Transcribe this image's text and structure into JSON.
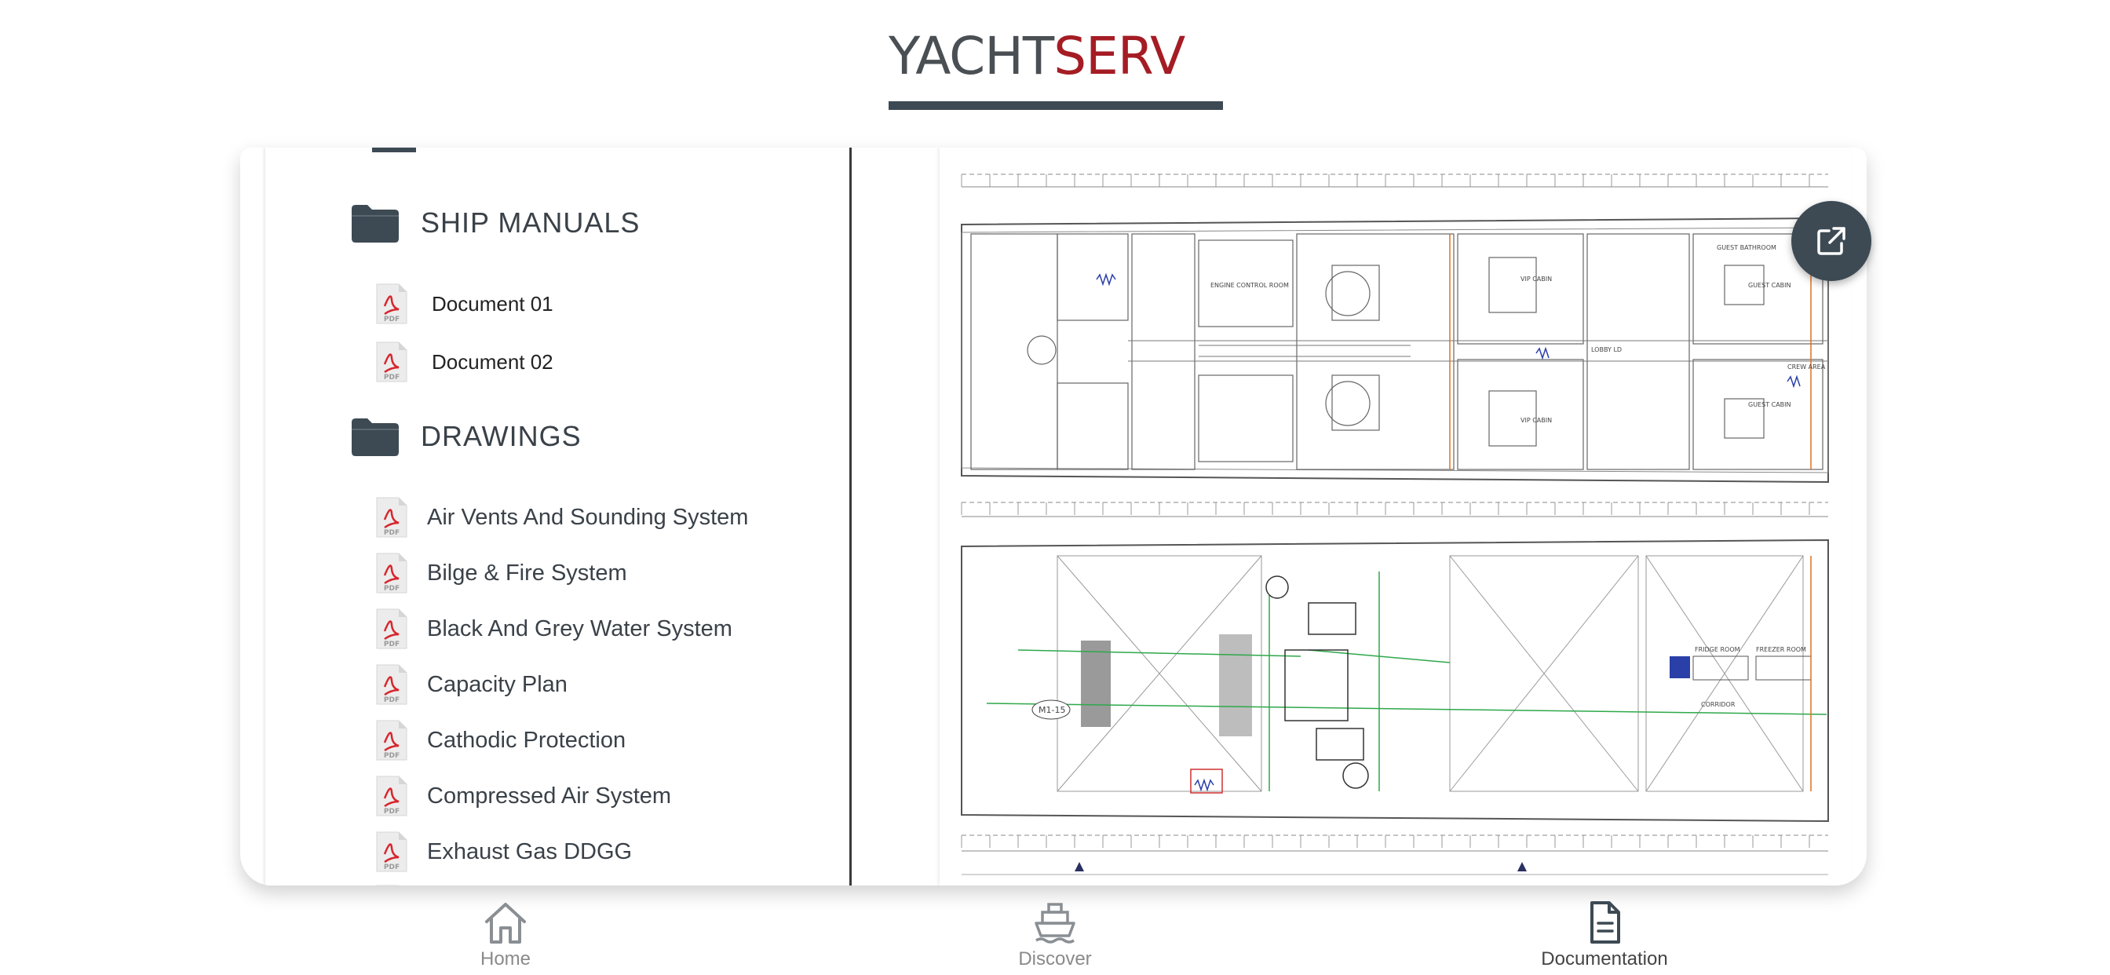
{
  "header": {
    "brand_part1": "YACHT",
    "brand_part2": "SERV",
    "brand_color_dark": "#4a4f54",
    "brand_color_accent": "#a51c24"
  },
  "documents": {
    "sections": [
      {
        "title": "SHIP MANUALS",
        "icon": "folder-icon",
        "items": [
          {
            "label": "Document 01",
            "icon": "pdf-icon"
          },
          {
            "label": "Document 02",
            "icon": "pdf-icon"
          }
        ]
      },
      {
        "title": "DRAWINGS",
        "icon": "folder-icon",
        "items": [
          {
            "label": "Air Vents And Sounding System",
            "icon": "pdf-icon"
          },
          {
            "label": "Bilge & Fire System",
            "icon": "pdf-icon"
          },
          {
            "label": "Black And Grey Water System",
            "icon": "pdf-icon"
          },
          {
            "label": "Capacity Plan",
            "icon": "pdf-icon"
          },
          {
            "label": "Cathodic Protection",
            "icon": "pdf-icon"
          },
          {
            "label": "Compressed Air System",
            "icon": "pdf-icon"
          },
          {
            "label": "Exhaust Gas DDGG",
            "icon": "pdf-icon"
          }
        ]
      }
    ]
  },
  "viewer": {
    "open_external_icon": "external-link-icon",
    "drawing_labels": {
      "engine_control_room": "ENGINE CONTROL ROOM",
      "lobby": "LOBBY LD",
      "vip_cabin": "VIP CABIN",
      "guest_cabin": "GUEST CABIN",
      "guest_bathroom": "GUEST BATHROOM",
      "crew_area": "CREW AREA",
      "fridge_room": "FRIDGE ROOM",
      "freezer_room": "FREEZER ROOM",
      "corridor": "CORRIDOR",
      "m1_15": "M1-15"
    }
  },
  "nav": {
    "items": [
      {
        "label": "Home",
        "icon": "home-icon",
        "active": false
      },
      {
        "label": "Discover",
        "icon": "ship-icon",
        "active": false
      },
      {
        "label": "Documentation",
        "icon": "document-icon",
        "active": true
      }
    ]
  }
}
